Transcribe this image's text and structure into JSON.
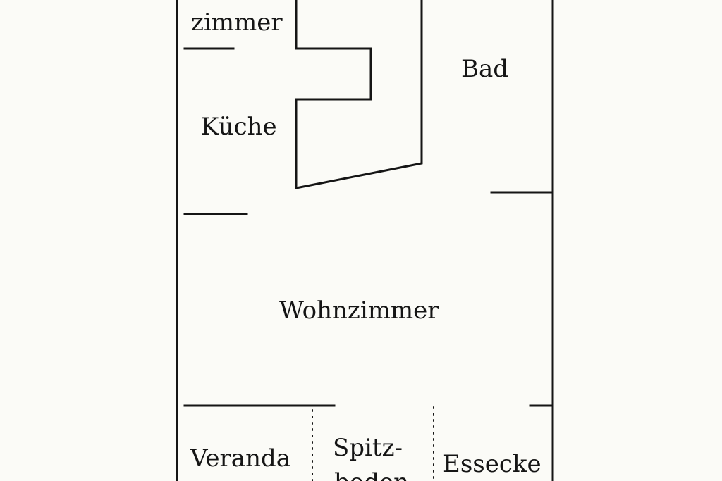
{
  "floor_plan": {
    "rooms": {
      "schlafzimmer_fragment": "zimmer",
      "kueche": "Küche",
      "bad": "Bad",
      "wohnzimmer": "Wohnzimmer",
      "veranda": "Veranda",
      "spitzboden_line1": "Spitz-",
      "spitzboden_line2": "boden",
      "essecke": "Essecke"
    },
    "colors": {
      "background": "#fbfbf7",
      "ink": "#151515"
    }
  }
}
